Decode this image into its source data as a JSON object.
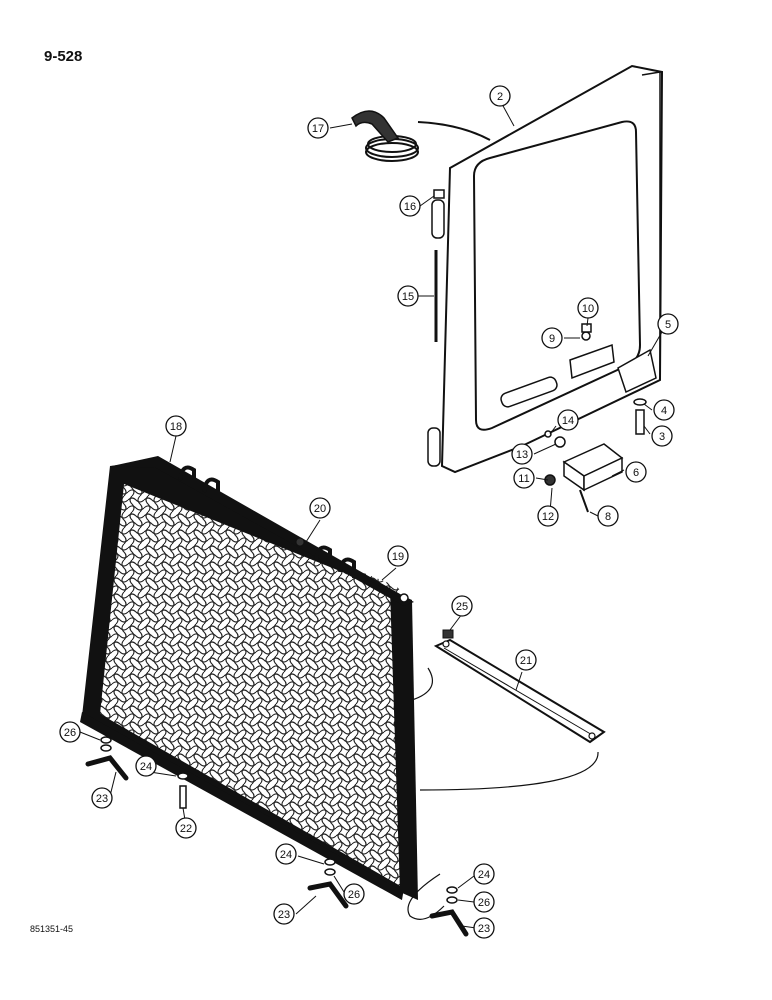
{
  "page_number": "9-528",
  "reference_code": "851351-45",
  "callouts": [
    "2",
    "3",
    "4",
    "5",
    "6",
    "8",
    "9",
    "10",
    "11",
    "12",
    "13",
    "14",
    "15",
    "16",
    "17",
    "18",
    "19",
    "20",
    "21",
    "22",
    "23",
    "23",
    "23",
    "24",
    "24",
    "24",
    "25",
    "26",
    "26",
    "26"
  ]
}
